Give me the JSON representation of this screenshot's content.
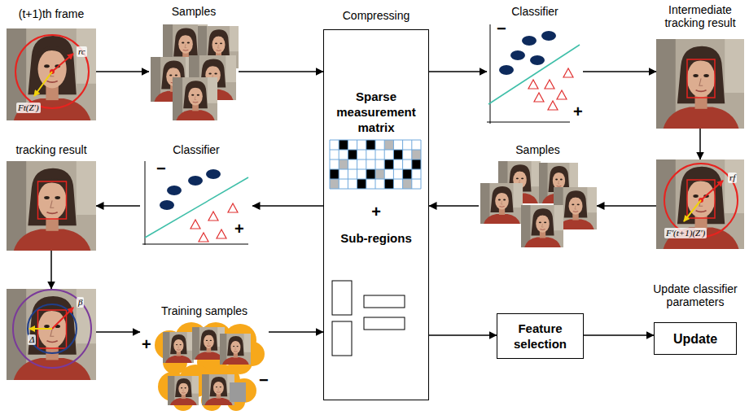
{
  "diagram": {
    "nodes": [
      {
        "text": [
          "(t+1)th frame",
          "rc",
          "Ft(Z')"
        ]
      },
      {
        "text": [
          "Samples"
        ]
      },
      {
        "text": [
          "Compressing",
          "Sparse measurement matrix",
          "+",
          "Sub-regions"
        ]
      },
      {
        "text": [
          "Classifier",
          "−",
          "+"
        ]
      },
      {
        "text": [
          "Intermediate tracking result"
        ]
      },
      {
        "text": [
          "tracking result"
        ]
      },
      {
        "text": [
          "Classifier",
          "−",
          "+"
        ]
      },
      {
        "text": [
          "Samples"
        ]
      },
      {
        "text": [
          "rf",
          "F'(t+1)(Z')"
        ]
      },
      {
        "text": [
          "β",
          "Δ"
        ]
      },
      {
        "text": [
          "Training samples",
          "+",
          "−"
        ]
      },
      {
        "text": [
          "Feature selection"
        ]
      },
      {
        "text": [
          "Update classifier parameters",
          "Update"
        ]
      }
    ],
    "edges": [
      {
        "from": 0,
        "to": 1,
        "arrow": "to"
      },
      {
        "from": 1,
        "to": 2,
        "arrow": "to"
      },
      {
        "from": 2,
        "to": 3,
        "arrow": "to"
      },
      {
        "from": 3,
        "to": 4,
        "arrow": "to"
      },
      {
        "from": 4,
        "to": 8,
        "arrow": "to"
      },
      {
        "from": 8,
        "to": 7,
        "arrow": "to"
      },
      {
        "from": 7,
        "to": 2,
        "arrow": "to"
      },
      {
        "from": 2,
        "to": 6,
        "arrow": "to"
      },
      {
        "from": 6,
        "to": 5,
        "arrow": "to"
      },
      {
        "from": 5,
        "to": 9,
        "arrow": "to"
      },
      {
        "from": 9,
        "to": 10,
        "arrow": "to"
      },
      {
        "from": 10,
        "to": 2,
        "arrow": "to"
      },
      {
        "from": 2,
        "to": 11,
        "arrow": "to"
      },
      {
        "from": 11,
        "to": 12,
        "arrow": "to"
      }
    ]
  }
}
